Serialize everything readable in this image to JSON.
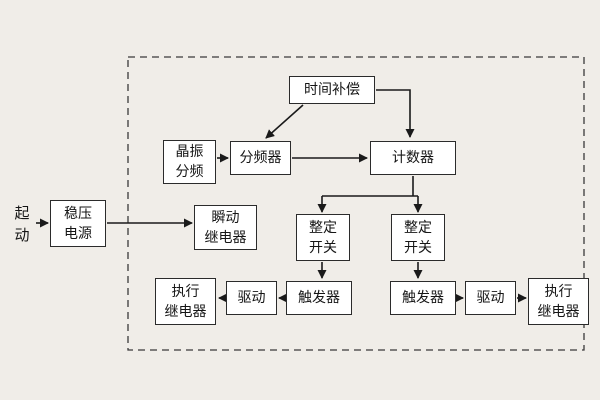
{
  "diagram": {
    "start_label": "起\n动",
    "nodes": {
      "power": "稳压\n电源",
      "time_comp": "时间补偿",
      "crystal": "晶振\n分频",
      "divider": "分频器",
      "counter": "计数器",
      "instant_relay": "瞬动\n继电器",
      "setting_switch_left": "整定\n开关",
      "setting_switch_right": "整定\n开关",
      "trigger_left": "触发器",
      "trigger_right": "触发器",
      "drive_left": "驱动",
      "drive_right": "驱动",
      "exec_relay_left": "执行\n继电器",
      "exec_relay_right": "执行\n继电器"
    }
  },
  "colors": {
    "background": "#f0ede8",
    "box_bg": "#ffffff",
    "line": "#1a1a1a"
  }
}
